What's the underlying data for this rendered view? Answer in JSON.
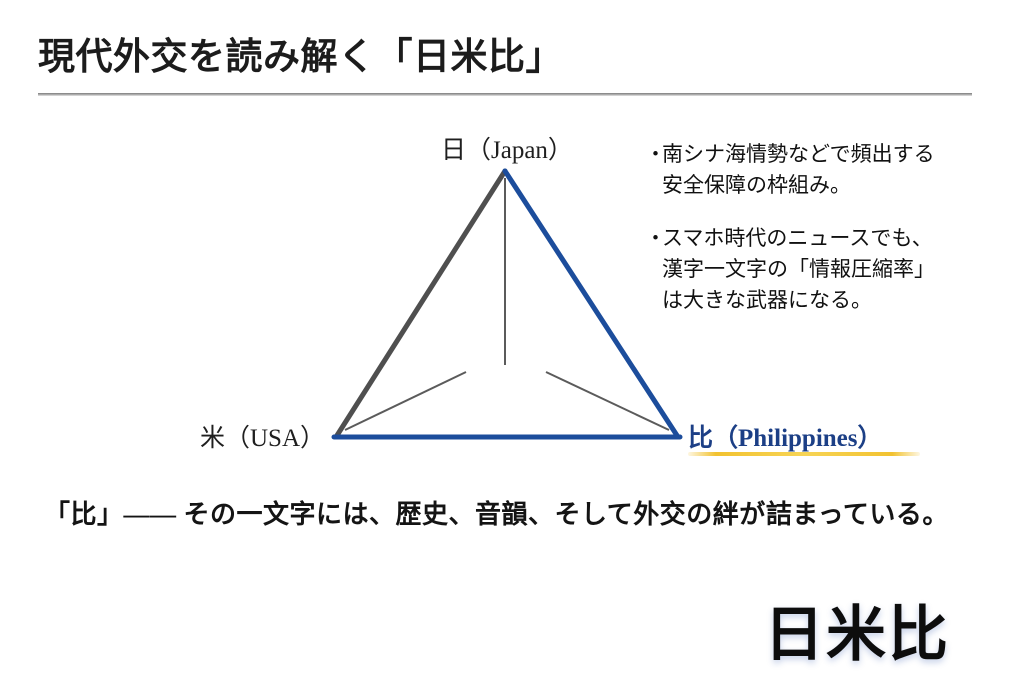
{
  "slide": {
    "title": "現代外交を読み解く「日米比」",
    "caption": "「比」—— その一文字には、歴史、音韻、そして外交の絆が詰まっている。"
  },
  "diagram": {
    "center_word": "日米比",
    "vertices": {
      "top": "日（Japan）",
      "bottom_left": "米（USA）",
      "bottom_right": "比（Philippines）"
    },
    "colors": {
      "blue_edge": "#1c4d9c",
      "gray_edge": "#4f4f4f",
      "spoke": "#5b5b5b",
      "highlight_underline": "#f2c230",
      "philippines_text": "#1c3f86"
    }
  },
  "bullets": [
    {
      "mark": "・",
      "text": "南シナ海情勢などで頻出する\n安全保障の枠組み。"
    },
    {
      "mark": "・",
      "text": "スマホ時代のニュースでも、\n漢字一文字の「情報圧縮率」\nは大きな武器になる。"
    }
  ]
}
